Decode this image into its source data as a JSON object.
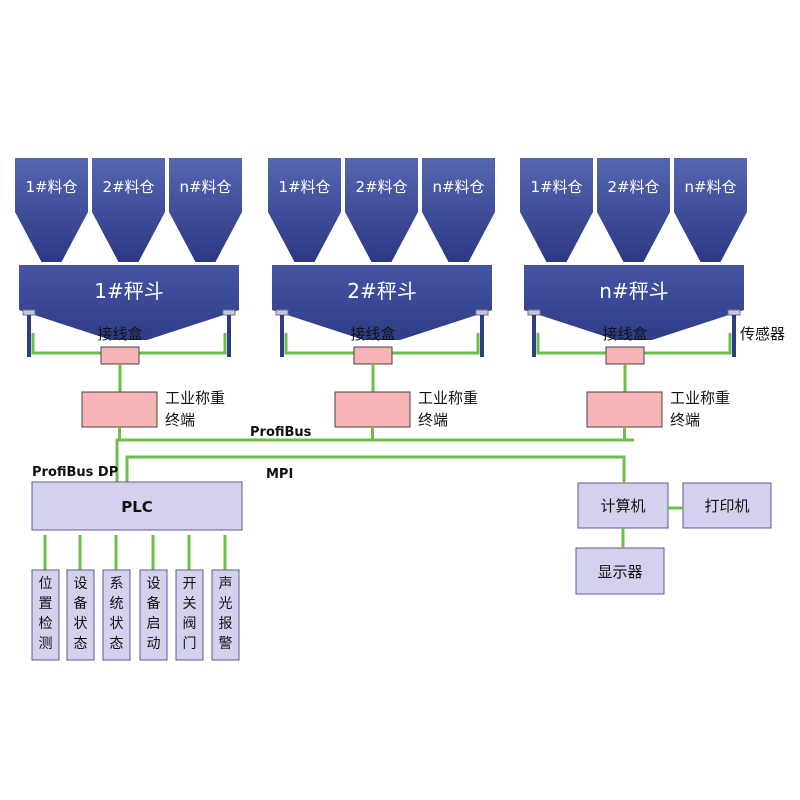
{
  "units": [
    {
      "silos": [
        "1#料仓",
        "2#料仓",
        "n#料仓"
      ],
      "hopper": "1#秤斗",
      "junction": "接线盒",
      "terminal": [
        "工业称重",
        "终端"
      ]
    },
    {
      "silos": [
        "1#料仓",
        "2#料仓",
        "n#料仓"
      ],
      "hopper": "2#秤斗",
      "junction": "接线盒",
      "terminal": [
        "工业称重",
        "终端"
      ]
    },
    {
      "silos": [
        "1#料仓",
        "2#料仓",
        "n#料仓"
      ],
      "hopper": "n#秤斗",
      "junction": "接线盒",
      "terminal": [
        "工业称重",
        "终端"
      ]
    }
  ],
  "sensor_label": "传感器",
  "bus": {
    "profibus": "ProfiBus",
    "mpi": "MPI",
    "profibus_dp": "ProfiBus DP"
  },
  "plc": "PLC",
  "computer": "计算机",
  "printer": "打印机",
  "display": "显示器",
  "io": [
    [
      "位",
      "置",
      "检",
      "测"
    ],
    [
      "设",
      "备",
      "状",
      "态"
    ],
    [
      "系",
      "统",
      "状",
      "态"
    ],
    [
      "设",
      "备",
      "启",
      "动"
    ],
    [
      "开",
      "关",
      "阀",
      "门"
    ],
    [
      "声",
      "光",
      "报",
      "警"
    ]
  ],
  "colors": {
    "silo_top": "#4d5fa8",
    "silo_bottom": "#2d3a85",
    "hopper": "#3b4a96",
    "line": "#6cc04a",
    "pink": "#f7b5b8",
    "box_fill": "#d4d1ee",
    "box_stroke": "#5b5b90"
  }
}
